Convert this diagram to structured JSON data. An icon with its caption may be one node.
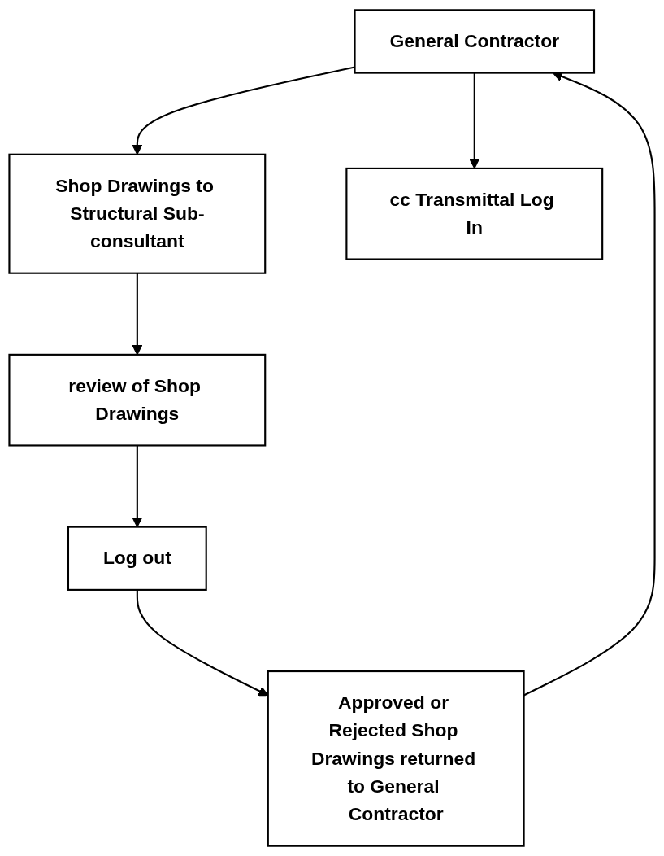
{
  "diagram": {
    "nodes": [
      {
        "text": [
          "General Contractor"
        ]
      },
      {
        "text": [
          "Shop Drawings to Structural Sub-consultant"
        ]
      },
      {
        "text": [
          "cc Transmittal Log In"
        ]
      },
      {
        "text": [
          "Approved or Rejected Shop Drawings returned to General Contractor"
        ]
      },
      {
        "text": [
          "review of Shop Drawings"
        ]
      },
      {
        "text": [
          "Log out"
        ]
      }
    ],
    "edges": [
      {
        "from": 0,
        "to": 1,
        "arrow": "to"
      },
      {
        "from": 0,
        "to": 2,
        "arrow": "to"
      },
      {
        "from": 1,
        "to": 4,
        "arrow": "to"
      },
      {
        "from": 4,
        "to": 5,
        "arrow": "to"
      },
      {
        "from": 5,
        "to": 3,
        "arrow": "to"
      },
      {
        "from": 3,
        "to": 0,
        "arrow": "to"
      }
    ]
  }
}
